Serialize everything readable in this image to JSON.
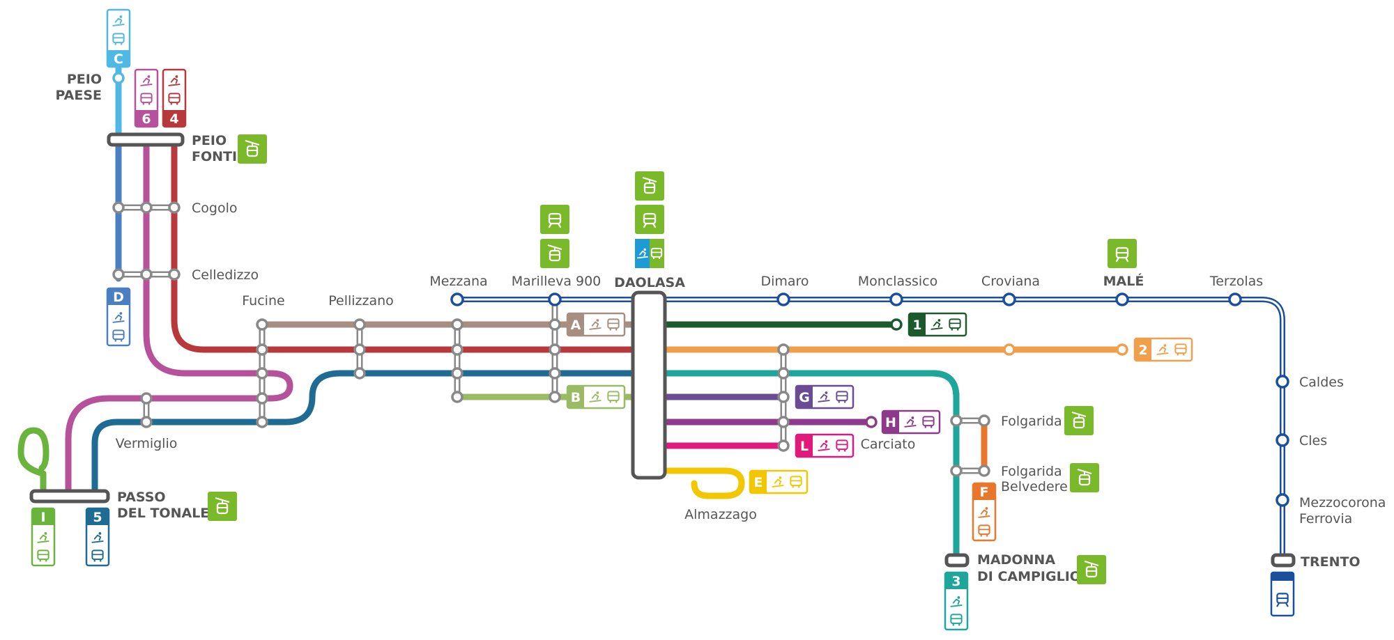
{
  "map": {
    "colors": {
      "C": "#4fb8e4",
      "D": "#4a7fc1",
      "6": "#b5529b",
      "4": "#b8393b",
      "A": "#a68f80",
      "B": "#9abb63",
      "trunk": "#b8393b",
      "5": "#1f6b93",
      "1": "#1c5a2e",
      "2": "#f0a04b",
      "3": "#1fa69a",
      "G": "#6a4c93",
      "H": "#8e3a8c",
      "L": "#e0197a",
      "E": "#f3c700",
      "F": "#e8762b",
      "I": "#6ab43e",
      "rail": "#1a4f9c",
      "station": "#555555",
      "icon_green": "#7ab929"
    },
    "stations": {
      "peio_paese_1": "PEIO",
      "peio_paese_2": "PAESE",
      "peio_fonti_1": "PEIO",
      "peio_fonti_2": "FONTI",
      "cogolo": "Cogolo",
      "celledizzo": "Celledizzo",
      "fucine": "Fucine",
      "pellizzano": "Pellizzano",
      "mezzana": "Mezzana",
      "marilleva": "Marilleva 900",
      "daolasa": "DAOLASA",
      "dimaro": "Dimaro",
      "monclassico": "Monclassico",
      "croviana": "Croviana",
      "male": "MALÉ",
      "terzolas": "Terzolas",
      "caldes": "Caldes",
      "cles": "Cles",
      "mezzocorona_1": "Mezzocorona",
      "mezzocorona_2": "Ferrovia",
      "trento": "TRENTO",
      "vermiglio": "Vermiglio",
      "tonale_1": "PASSO",
      "tonale_2": "DEL TONALE",
      "folgarida": "Folgarida",
      "folgarida_belv_1": "Folgarida",
      "folgarida_belv_2": "Belvedere",
      "carciato": "Carciato",
      "almazzago": "Almazzago",
      "campiglio_1": "MADONNA",
      "campiglio_2": "DI CAMPIGLIO"
    },
    "lines": {
      "A": "A",
      "B": "B",
      "C": "C",
      "D": "D",
      "E": "E",
      "F": "F",
      "G": "G",
      "H": "H",
      "I": "I",
      "L": "L",
      "one": "1",
      "two": "2",
      "three": "3",
      "four": "4",
      "five": "5",
      "six": "6"
    }
  }
}
